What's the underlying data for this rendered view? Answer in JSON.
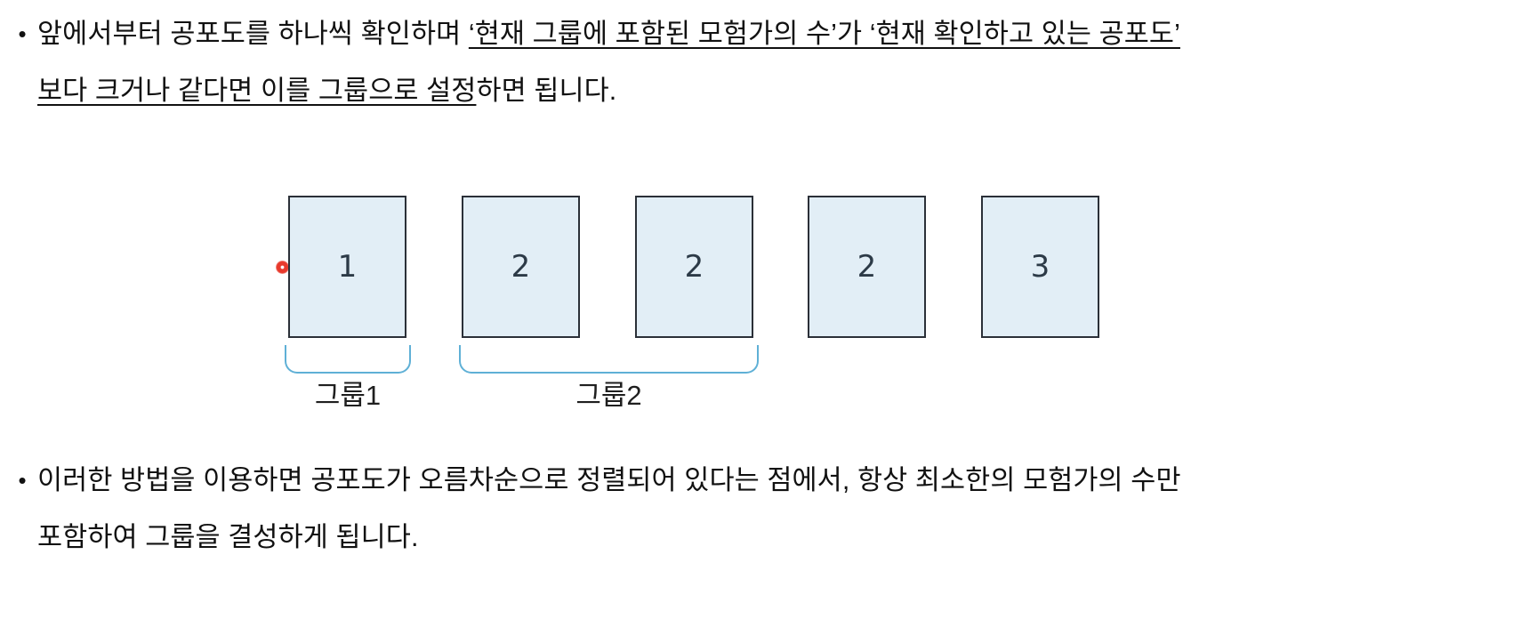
{
  "document": {
    "language": "ko",
    "background_color": "#ffffff",
    "bullet_glyph": "•"
  },
  "bullets": [
    {
      "name": "bullet-rule-description",
      "lines": [
        {
          "segments": [
            {
              "text": "앞에서부터 공포도를 하나씩 확인하며 ",
              "underline": false
            },
            {
              "text": "‘현재 그룹에 포함된 모험가의 수’가 ‘현재 확인하고 있는 공포도’",
              "underline": true
            }
          ]
        },
        {
          "segments": [
            {
              "text": "보다 크거나 같다면 이를 그룹으로 설정",
              "underline": true
            },
            {
              "text": "하면 됩니다.",
              "underline": false
            }
          ]
        }
      ]
    },
    {
      "name": "bullet-conclusion",
      "lines": [
        {
          "segments": [
            {
              "text": "이러한 방법을 이용하면 공포도가 오름차순으로 정렬되어 있다는 점에서, 항상 최소한의 모험가의 수만",
              "underline": false
            }
          ]
        },
        {
          "segments": [
            {
              "text": "포함하여 그룹을 결성하게 됩니다.",
              "underline": false
            }
          ]
        }
      ]
    }
  ],
  "diagram": {
    "name": "fear-level-grouping-diagram",
    "boxes": [
      {
        "value": "1"
      },
      {
        "value": "2"
      },
      {
        "value": "2"
      },
      {
        "value": "2"
      },
      {
        "value": "3"
      }
    ],
    "box_fill_color": "#e2eef6",
    "box_border_color": "#2b3038",
    "brackets": [
      {
        "label": "그룹1",
        "covers_boxes": [
          0
        ]
      },
      {
        "label": "그룹2",
        "covers_boxes": [
          1,
          2
        ]
      }
    ],
    "bracket_color": "#5fb0d6",
    "cursor": {
      "name": "mouse-cursor-dot",
      "color": "#e8392c"
    }
  }
}
